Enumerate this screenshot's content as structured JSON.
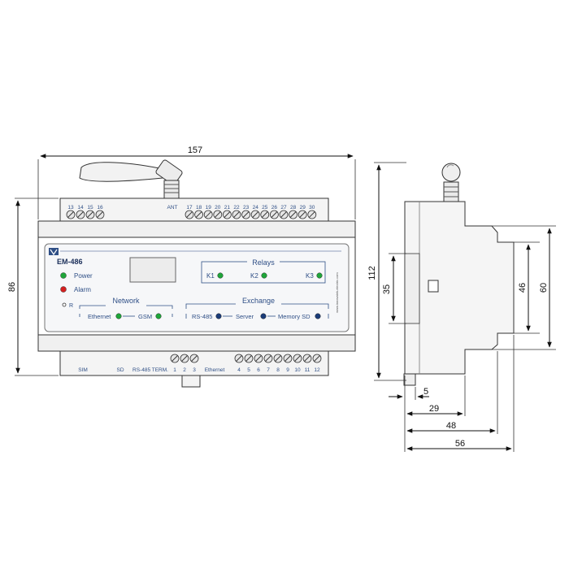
{
  "dimensions": {
    "front_width": "157",
    "front_height": "86",
    "side_height": "112",
    "dim_35": "35",
    "dim_46": "46",
    "dim_60": "60",
    "dim_5": "5",
    "dim_29": "29",
    "dim_48": "48",
    "dim_56": "56"
  },
  "device": {
    "model": "EM-486",
    "website": "www.innovatek-electric.com",
    "power_label": "Power",
    "alarm_label": "Alarm",
    "r_label": "R",
    "relays_title": "Relays",
    "relays": [
      "K1",
      "K2",
      "K3"
    ],
    "network_title": "Network",
    "network_items": [
      "Ethernet",
      "GSM"
    ],
    "exchange_title": "Exchange",
    "exchange_items": [
      "RS-485",
      "Server",
      "Memory SD"
    ],
    "ant_label": "ANT",
    "top_left_terminals": [
      "13",
      "14",
      "15",
      "16"
    ],
    "top_right_terminals": [
      "17",
      "18",
      "19",
      "20",
      "21",
      "22",
      "23",
      "24",
      "25",
      "26",
      "27",
      "28",
      "29",
      "30"
    ],
    "bottom_labels": [
      "SIM",
      "SD",
      "RS-485 TERM.",
      "Ethernet"
    ],
    "bottom_mid_terminals": [
      "1",
      "2",
      "3"
    ],
    "bottom_right_terminals": [
      "4",
      "5",
      "6",
      "7",
      "8",
      "9",
      "10",
      "11",
      "12"
    ]
  },
  "colors": {
    "led_green": "#1fa53a",
    "led_red": "#d41f1f",
    "led_blue": "#1b3c78",
    "panel_blue": "#2f4f86"
  }
}
